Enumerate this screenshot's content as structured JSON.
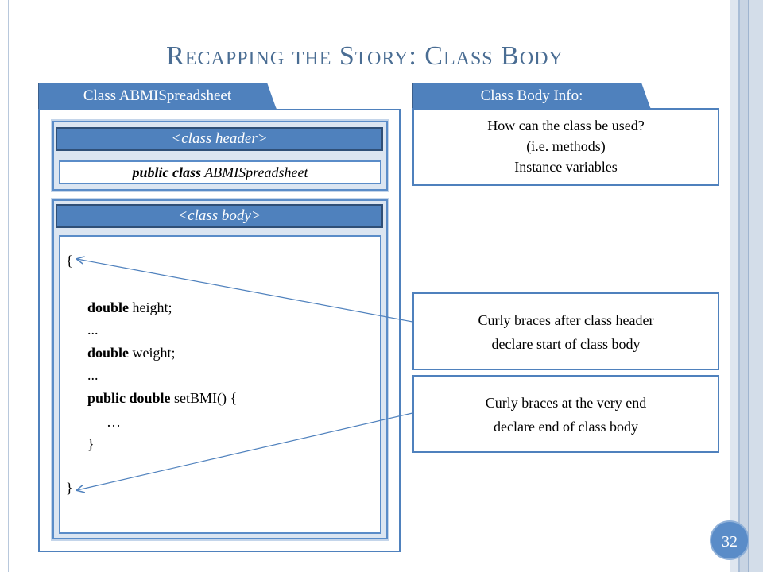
{
  "title": "Recapping the Story: Class Body",
  "left_tab": "Class ABMISpreadsheet",
  "right_tab": "Class Body Info:",
  "header_bar": "<class header>",
  "header_code": {
    "kw": "public class",
    "name": " ABMISpreadsheet"
  },
  "body_bar": "<class body>",
  "code": {
    "open_brace": "{",
    "line1_kw": "double",
    "line1_rest": " height;",
    "ellipsis1": "...",
    "line2_kw": "double",
    "line2_rest": " weight;",
    "ellipsis2": "...",
    "line3_kw": "public double",
    "line3_rest": " setBMI() {",
    "ellipsis3": "…",
    "inner_close": "}",
    "close_brace": "}"
  },
  "info": {
    "line1": "How can the class be used?",
    "line2": "(i.e. methods)",
    "line3": "Instance variables"
  },
  "note1": {
    "line1": "Curly braces after class header",
    "line2": "declare start of class body"
  },
  "note2": {
    "line1": "Curly braces at the very end",
    "line2": "declare end of class body"
  },
  "page_number": "32",
  "colors": {
    "accent": "#4f81bd",
    "title": "#4a6d93",
    "panel": "#dbe5f1"
  }
}
